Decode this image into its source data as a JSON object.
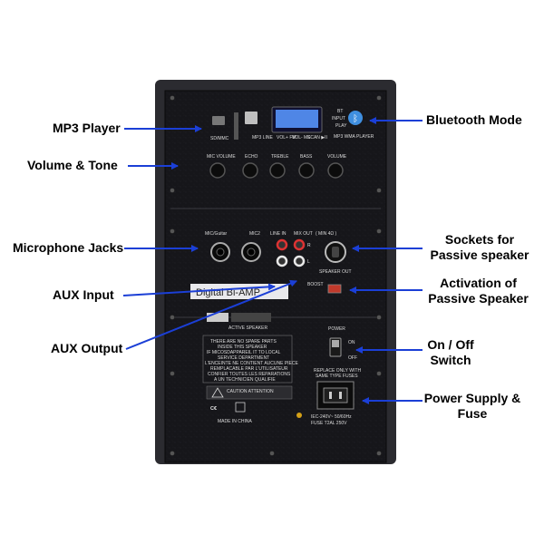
{
  "callouts": {
    "mp3_player": "MP3 Player",
    "volume_tone": "Volume & Tone",
    "microphone_jacks": "Microphone Jacks",
    "aux_input": "AUX Input",
    "aux_output": "AUX Output",
    "bluetooth_mode": "Bluetooth Mode",
    "sockets_line1": "Sockets for",
    "sockets_line2": "Passive speaker",
    "activation_line1": "Activation of",
    "activation_line2": "Passive Speaker",
    "onoff_line1": "On / Off",
    "onoff_line2": "Switch",
    "power_line1": "Power Supply &",
    "power_line2": "Fuse"
  },
  "panel": {
    "sd_label": "SD/MMC",
    "mode_labels": [
      "BT",
      "INPUT",
      "PLAY"
    ],
    "mp3_label": "MP3 WMA PLAYER",
    "mp3_button_labels": [
      "MP3 LINE",
      "VOL+ FM",
      "VOL- ME",
      "SCAN ▶II"
    ],
    "knob_labels": [
      "MIC VOLUME",
      "ECHO",
      "TREBLE",
      "BASS",
      "VOLUME"
    ],
    "jack_labels": {
      "mic_guitar": "MIC/Guitar",
      "mic2": "MIC2",
      "line_in": "LINE IN",
      "mix_out": "MIX OUT",
      "min_ohm": "( MIN 4Ω )",
      "speaker_out": "SPEAKER OUT",
      "boost": "BOOST",
      "rl": [
        "R",
        "L"
      ]
    },
    "digital_label": "Digital Bi-AMP",
    "brand_sub": "ACTIVE SPEAKER",
    "warning_lines": [
      "THERE ARE NO SPARE PARTS",
      "INSIDE THIS SPEAKER",
      "IF MICOSDAPPAREIL IT TO LOCAL",
      "SERVICE DEPARTMENT",
      "L'ENCEINTE NE CONTIENT AUCUNE PIECE",
      "REMPLACABLE PAR L'UTILISATEUR",
      "CONFIER TOUTES LES REPARATIONS",
      "A UN TECHNICIEN QUALIFIE"
    ],
    "caution_label": "CAUTION ATTENTION",
    "ce_mark": "C€",
    "made_in": "MADE IN CHINA",
    "power_label": "POWER",
    "on_label": "ON",
    "off_label": "OFF",
    "fuse_note_lines": [
      "REPLACE ONLY WITH",
      "SAME TYPE FUSES"
    ],
    "voltage_line": "IEC-240V~ 50/60Hz",
    "fuse_line": "FUSE T2AL 250V"
  },
  "colors": {
    "arrow": "#1b3fd6",
    "panel": "#141416",
    "cabinet": "#2a2a2e",
    "lcd": "#4f86e6",
    "bluetooth": "#3f8fe0"
  }
}
